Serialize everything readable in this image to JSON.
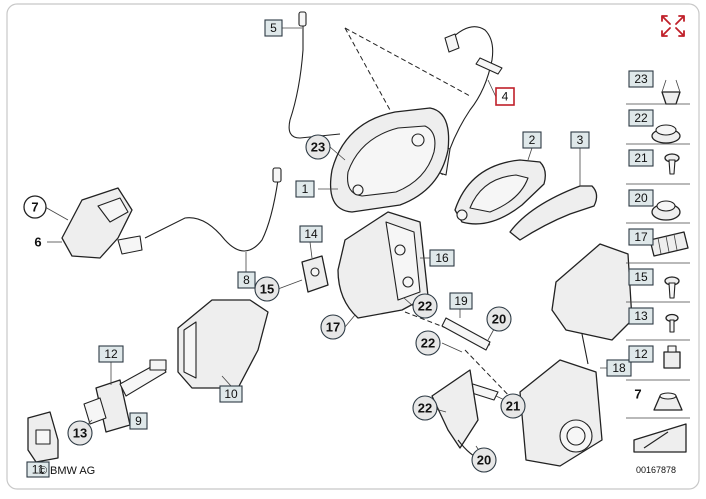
{
  "diagram_id": "00167878",
  "brand": "BMW AG",
  "brand_prefix": "©",
  "colors": {
    "accent": "#c0202a",
    "label_fill": "#dfe8ea",
    "part_fill": "#eeeeee"
  },
  "expand_icon": "expand-arrows-icon",
  "callouts": {
    "c1": "1",
    "c2": "2",
    "c3": "3",
    "c4": "4",
    "c5": "5",
    "c6": "6",
    "c7": "7",
    "c8": "8",
    "c9": "9",
    "c10": "10",
    "c11": "11",
    "c12": "12",
    "c13": "13",
    "c14": "14",
    "c15": "15",
    "c16": "16",
    "c17": "17",
    "c18": "18",
    "c19": "19",
    "c20a": "20",
    "c20b": "20",
    "c21": "21",
    "c22a": "22",
    "c22b": "22",
    "c22c": "22",
    "c23": "23"
  },
  "side_column": [
    "23",
    "22",
    "21",
    "20",
    "17",
    "15",
    "13",
    "12",
    "7"
  ]
}
